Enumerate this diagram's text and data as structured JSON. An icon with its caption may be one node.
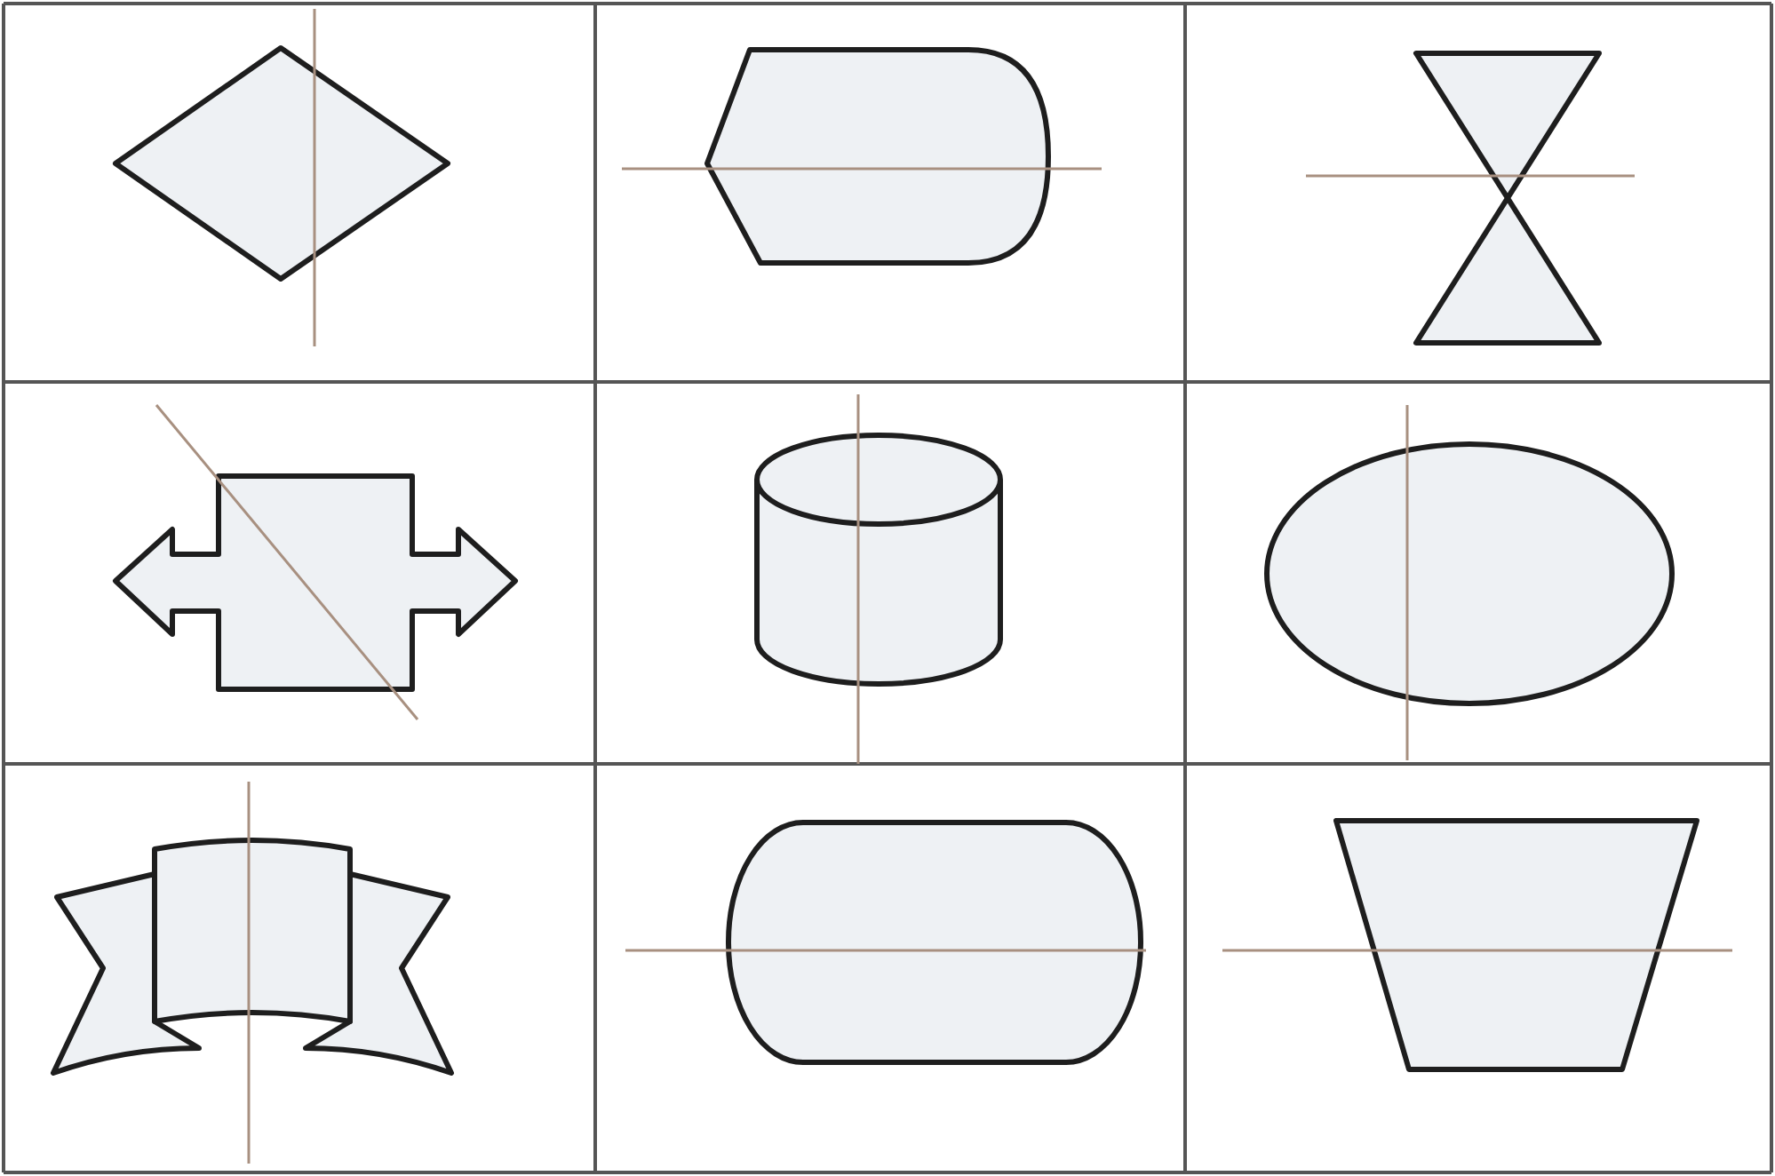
{
  "diagram": {
    "nodes": [
      {
        "text": [],
        "shape": "diamond"
      },
      {
        "text": [],
        "shape": "display"
      },
      {
        "text": [],
        "shape": "hourglass"
      },
      {
        "text": [],
        "shape": "cross"
      },
      {
        "text": [],
        "shape": "cylinder"
      },
      {
        "text": [],
        "shape": "ellipse"
      },
      {
        "text": [],
        "shape": "banner"
      },
      {
        "text": [],
        "shape": "stadium"
      },
      {
        "text": [],
        "shape": "trapezoid"
      }
    ]
  }
}
